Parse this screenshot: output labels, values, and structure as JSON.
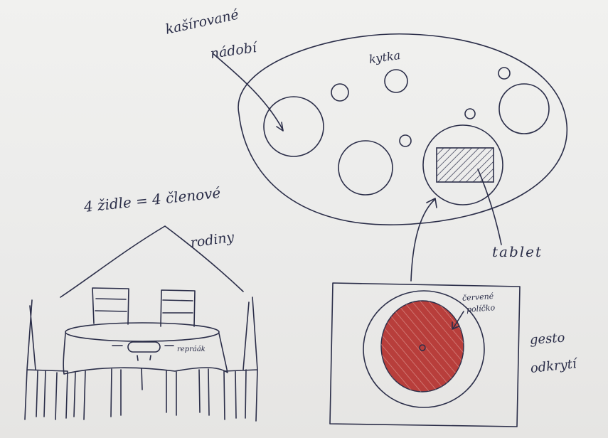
{
  "labels": {
    "kasirovane": "kašírované",
    "nadobi": "nádobí",
    "kytka": "kytka",
    "zidle": "4 židle = 4 členové",
    "rodiny": "rodiny",
    "tablet": "tablet",
    "cerveny": "červené",
    "policko": "políčko",
    "gesto": "gesto",
    "odkryti": "odkrytí",
    "repraak": "repráák"
  },
  "colors": {
    "ink": "#2b2e49",
    "red_field": "#b83e3b",
    "paper": "#ecebe9"
  }
}
